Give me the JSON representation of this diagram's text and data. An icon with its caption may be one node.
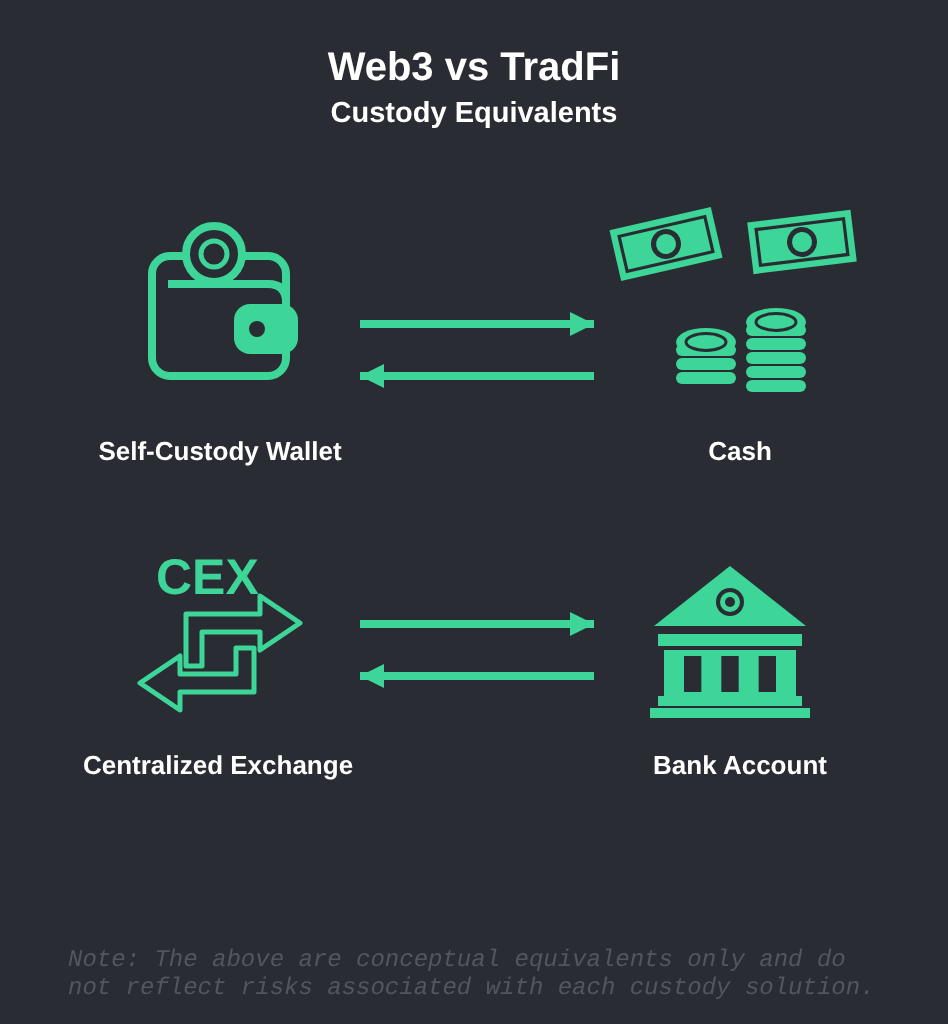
{
  "diagram": {
    "title": "Web3 vs TradFi",
    "nodes": [
      {
        "text": [
          "Self-Custody Wallet"
        ]
      },
      {
        "text": [
          "Cash"
        ]
      },
      {
        "text": [
          "CEX",
          "Centralized Exchange"
        ]
      },
      {
        "text": [
          "Bank Account"
        ]
      }
    ],
    "edges": [
      {
        "from": 0,
        "to": 1,
        "arrow": "to"
      },
      {
        "from": 1,
        "to": 0,
        "arrow": "to"
      },
      {
        "from": 2,
        "to": 3,
        "arrow": "to"
      },
      {
        "from": 3,
        "to": 2,
        "arrow": "to"
      }
    ],
    "labels": [
      "Custody Equivalents",
      "Note: The above are conceptual equivalents only and do not reflect risks associated with each custody solution."
    ]
  }
}
